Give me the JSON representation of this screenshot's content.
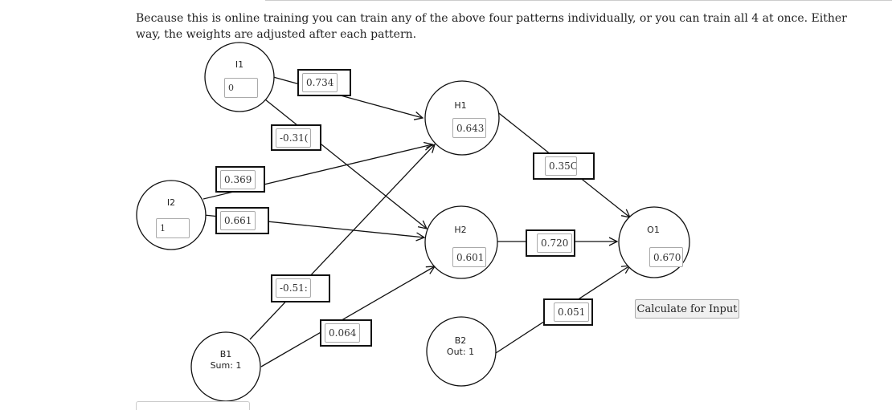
{
  "description": "Because this is online training you can train any of the above four patterns individually, or you can train all 4 at once. Either way, the weights are adjusted after each pattern.",
  "nodes": {
    "i1": {
      "label": "I1",
      "value": "0"
    },
    "i2": {
      "label": "I2",
      "value": "1"
    },
    "h1": {
      "label": "H1",
      "value": "0.643"
    },
    "h2": {
      "label": "H2",
      "value": "0.601"
    },
    "o1": {
      "label": "O1",
      "value": "0.670"
    },
    "b1": {
      "label": "B1",
      "sum": "Sum: 1"
    },
    "b2": {
      "label": "B2",
      "out": "Out: 1"
    }
  },
  "weights": {
    "i1_h1": "0.734",
    "i1_h2": "-0.31(",
    "i2_h1": "0.369",
    "i2_h2": "0.661",
    "b1_h1": "-0.51:",
    "b1_h2": "0.064",
    "h1_o1": "0.35C",
    "h2_o1": "0.720",
    "b2_o1": "0.051"
  },
  "buttons": {
    "calculate": "Calculate for Input"
  }
}
